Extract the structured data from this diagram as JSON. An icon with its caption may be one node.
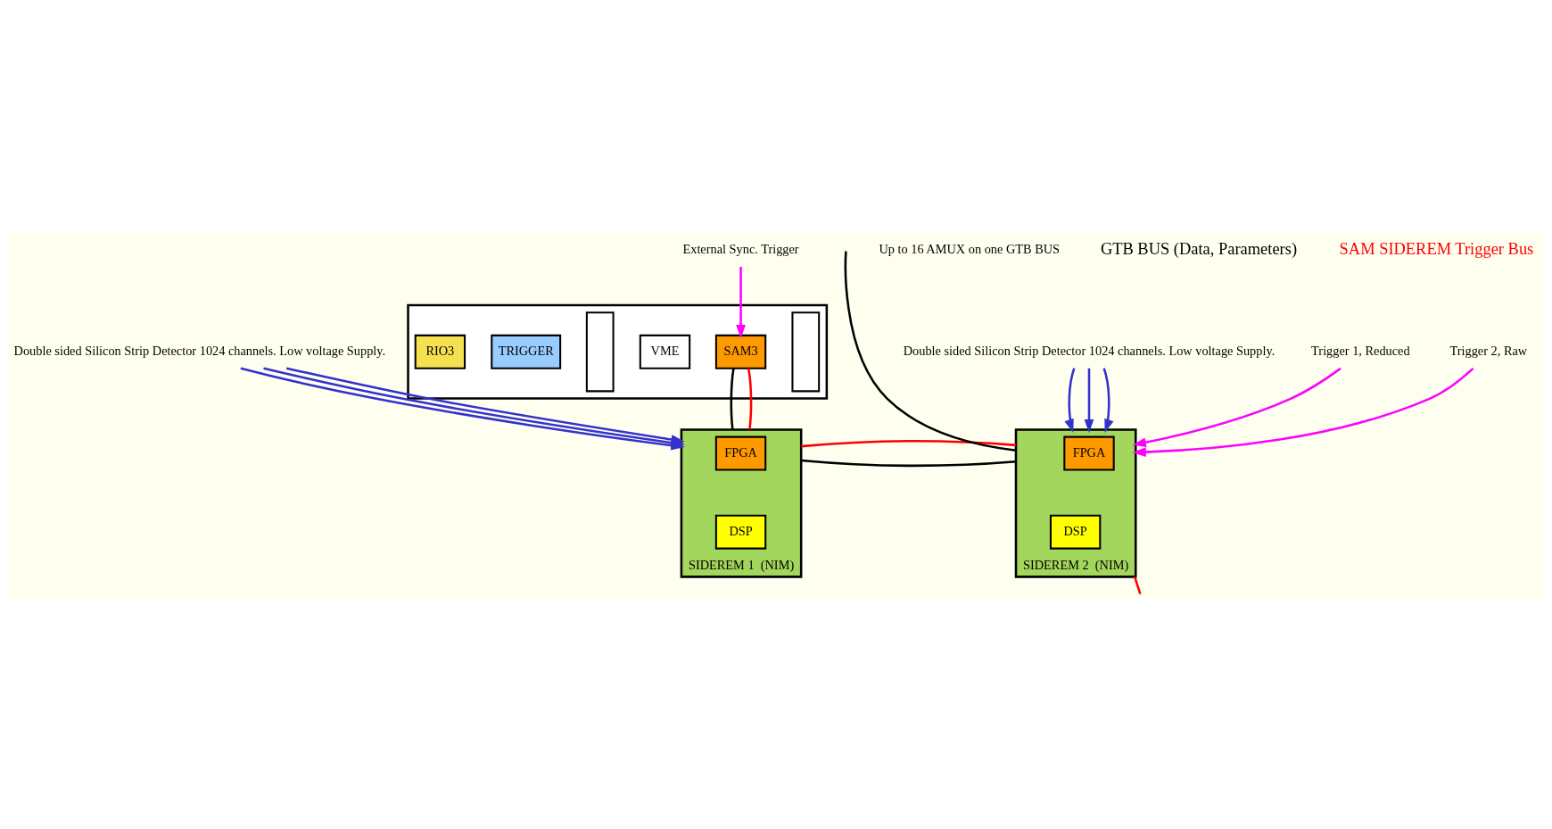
{
  "diagram": {
    "nodes": [
      {
        "text": [],
        "shape": "box"
      },
      {
        "text": [
          "RIO3"
        ],
        "in": 0
      },
      {
        "text": [
          "TRIGGER"
        ],
        "in": 0
      },
      {
        "text": [],
        "shape": "box",
        "in": 0
      },
      {
        "text": [
          "VME"
        ],
        "in": 0
      },
      {
        "text": [
          "SAM3"
        ],
        "in": 0
      },
      {
        "text": [],
        "shape": "box",
        "in": 0
      },
      {
        "text": [
          "External Sync. Trigger"
        ]
      },
      {
        "text": [
          "SIDEREM 1  (NIM)"
        ]
      },
      {
        "text": [
          "FPGA"
        ],
        "in": 8
      },
      {
        "text": [
          "DSP"
        ],
        "in": 8
      },
      {
        "text": [
          "SIDEREM 2  (NIM)"
        ]
      },
      {
        "text": [
          "FPGA"
        ],
        "in": 11
      },
      {
        "text": [
          "DSP"
        ],
        "in": 11
      },
      {
        "text": [
          "Double sided Silicon Strip Detector 1024 channels. Low voltage Supply."
        ]
      },
      {
        "text": [
          "Double sided Silicon Strip Detector 1024 channels. Low voltage Supply."
        ]
      },
      {
        "text": [
          "Trigger 1, Reduced"
        ]
      },
      {
        "text": [
          "Trigger 2, Raw"
        ]
      }
    ],
    "edges": [
      {
        "from": 7,
        "to": 5,
        "arrow": "to",
        "color": "#ff00ff"
      },
      {
        "from": 5,
        "to": 8,
        "arrow": "none",
        "color": "#000000"
      },
      {
        "from": 8,
        "to": 11,
        "arrow": "none",
        "color": "#000000"
      },
      {
        "from": 11,
        "to": null,
        "arrow": "none",
        "color": "#000000"
      },
      {
        "from": 5,
        "to": 8,
        "arrow": "none",
        "color": "#ff0000"
      },
      {
        "from": 8,
        "to": 11,
        "arrow": "none",
        "color": "#ff0000"
      },
      {
        "from": 11,
        "to": null,
        "arrow": "none",
        "color": "#ff0000"
      },
      {
        "from": 14,
        "to": 8,
        "arrow": "to",
        "color": "#3333cc"
      },
      {
        "from": 14,
        "to": 8,
        "arrow": "to",
        "color": "#3333cc"
      },
      {
        "from": 14,
        "to": 8,
        "arrow": "to",
        "color": "#3333cc"
      },
      {
        "from": 15,
        "to": 11,
        "arrow": "to",
        "color": "#3333cc"
      },
      {
        "from": 15,
        "to": 11,
        "arrow": "to",
        "color": "#3333cc"
      },
      {
        "from": 15,
        "to": 11,
        "arrow": "to",
        "color": "#3333cc"
      },
      {
        "from": 16,
        "to": 11,
        "arrow": "to",
        "color": "#ff00ff"
      },
      {
        "from": 17,
        "to": 11,
        "arrow": "to",
        "color": "#ff00ff"
      }
    ],
    "labels": [
      "Up to 16 AMUX on one GTB BUS",
      "GTB BUS (Data, Parameters)",
      "SAM SIDEREM Trigger Bus"
    ]
  }
}
